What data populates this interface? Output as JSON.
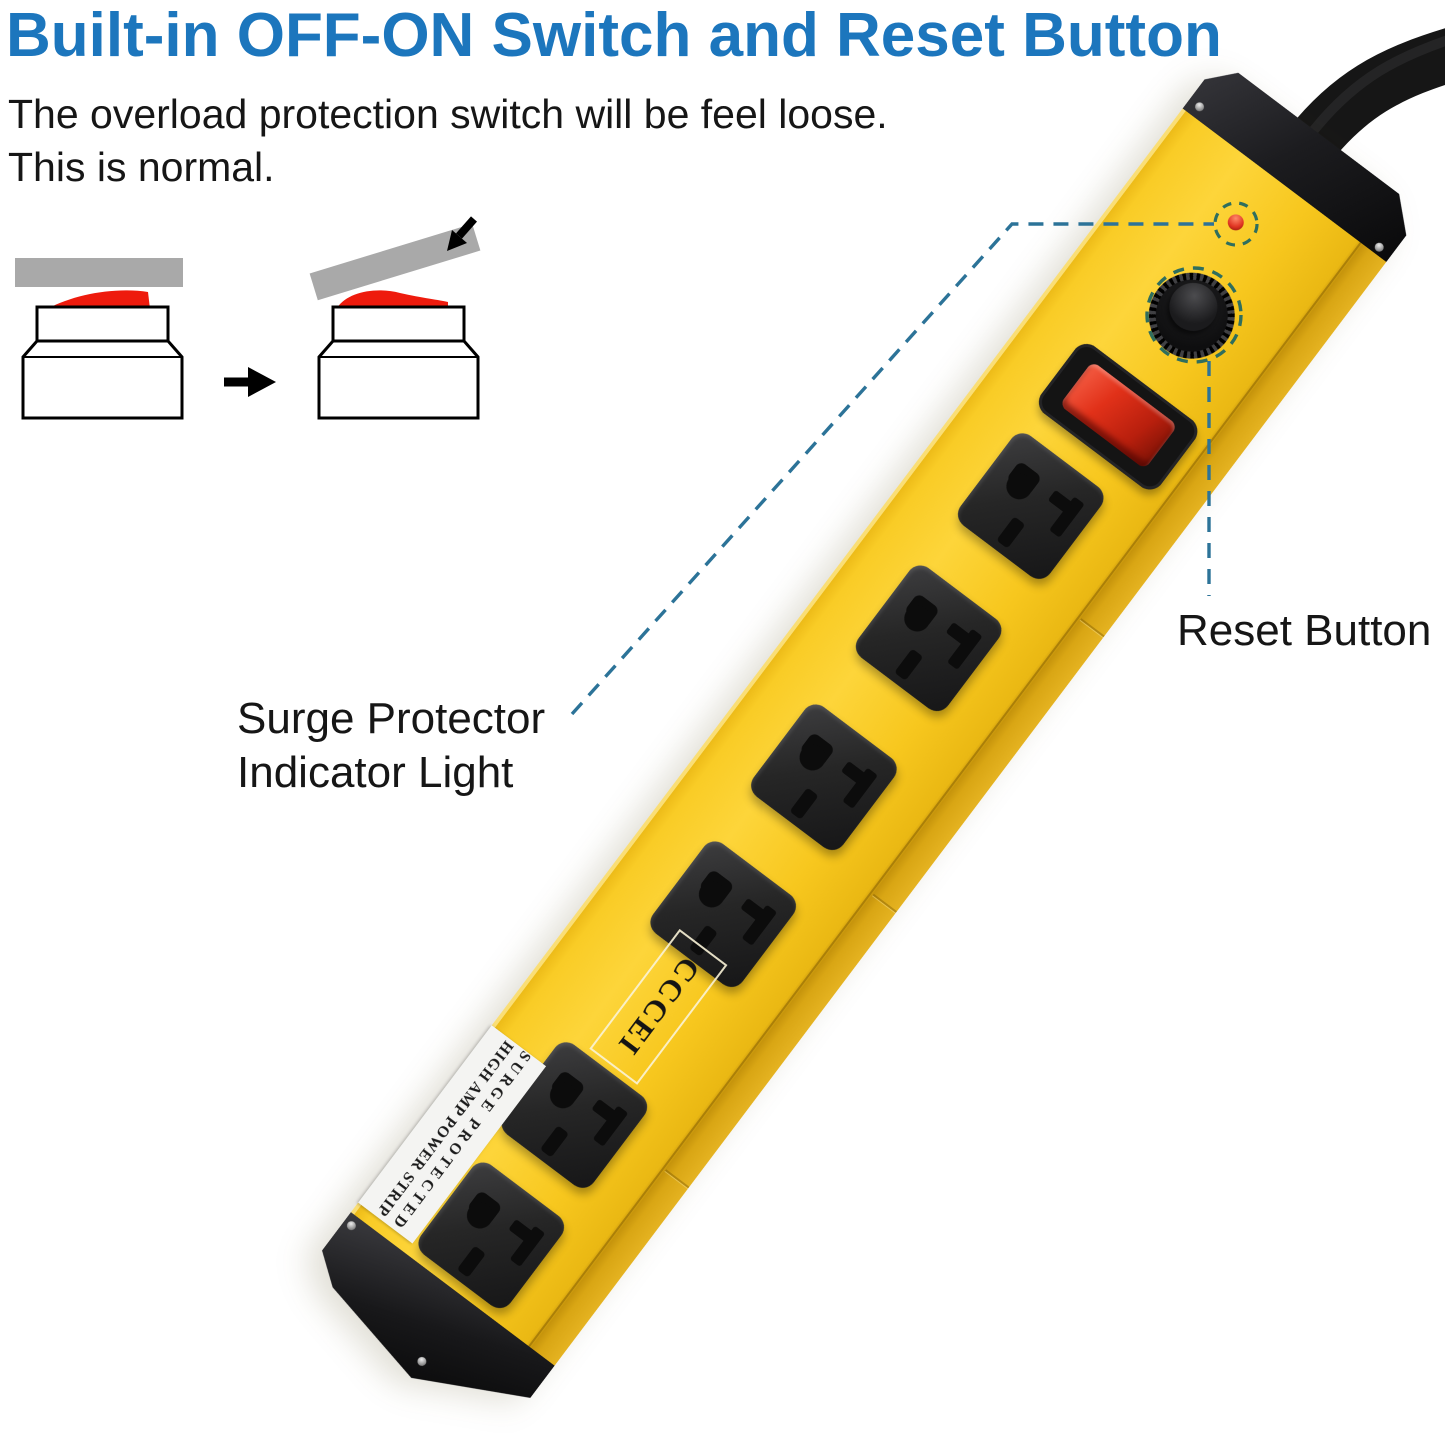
{
  "header": {
    "title": "Built-in OFF-ON Switch and Reset Button",
    "subtitle_line1": "The overload protection switch will be feel loose.",
    "subtitle_line2": "This is normal."
  },
  "callouts": {
    "reset_label": "Reset Button",
    "indicator_label_line1": "Surge Protector",
    "indicator_label_line2": "Indicator Light"
  },
  "strip": {
    "brand": "CCCEI",
    "outlet_count": 6,
    "side_label": {
      "line_high": "HIGH AMP POWER STRIP",
      "line_surge": "SURGE PROTECTED"
    }
  },
  "colors": {
    "title_blue": "#1c76bd",
    "text_black": "#161616",
    "callout_line": "#2c7398",
    "callout_circle": "#2f6e5e",
    "strip_yellow": "#f7c71e",
    "strip_yellow_dark": "#d9a614",
    "cap_black": "#19191b",
    "outlet_black": "#262626",
    "hole_black": "#0c0c0c",
    "switch_red": "#d62512",
    "indicator_red": "#e03522",
    "diagram_gray": "#a9a9a9",
    "diagram_red": "#ee1b0d",
    "label_white": "#f4f4f2"
  }
}
